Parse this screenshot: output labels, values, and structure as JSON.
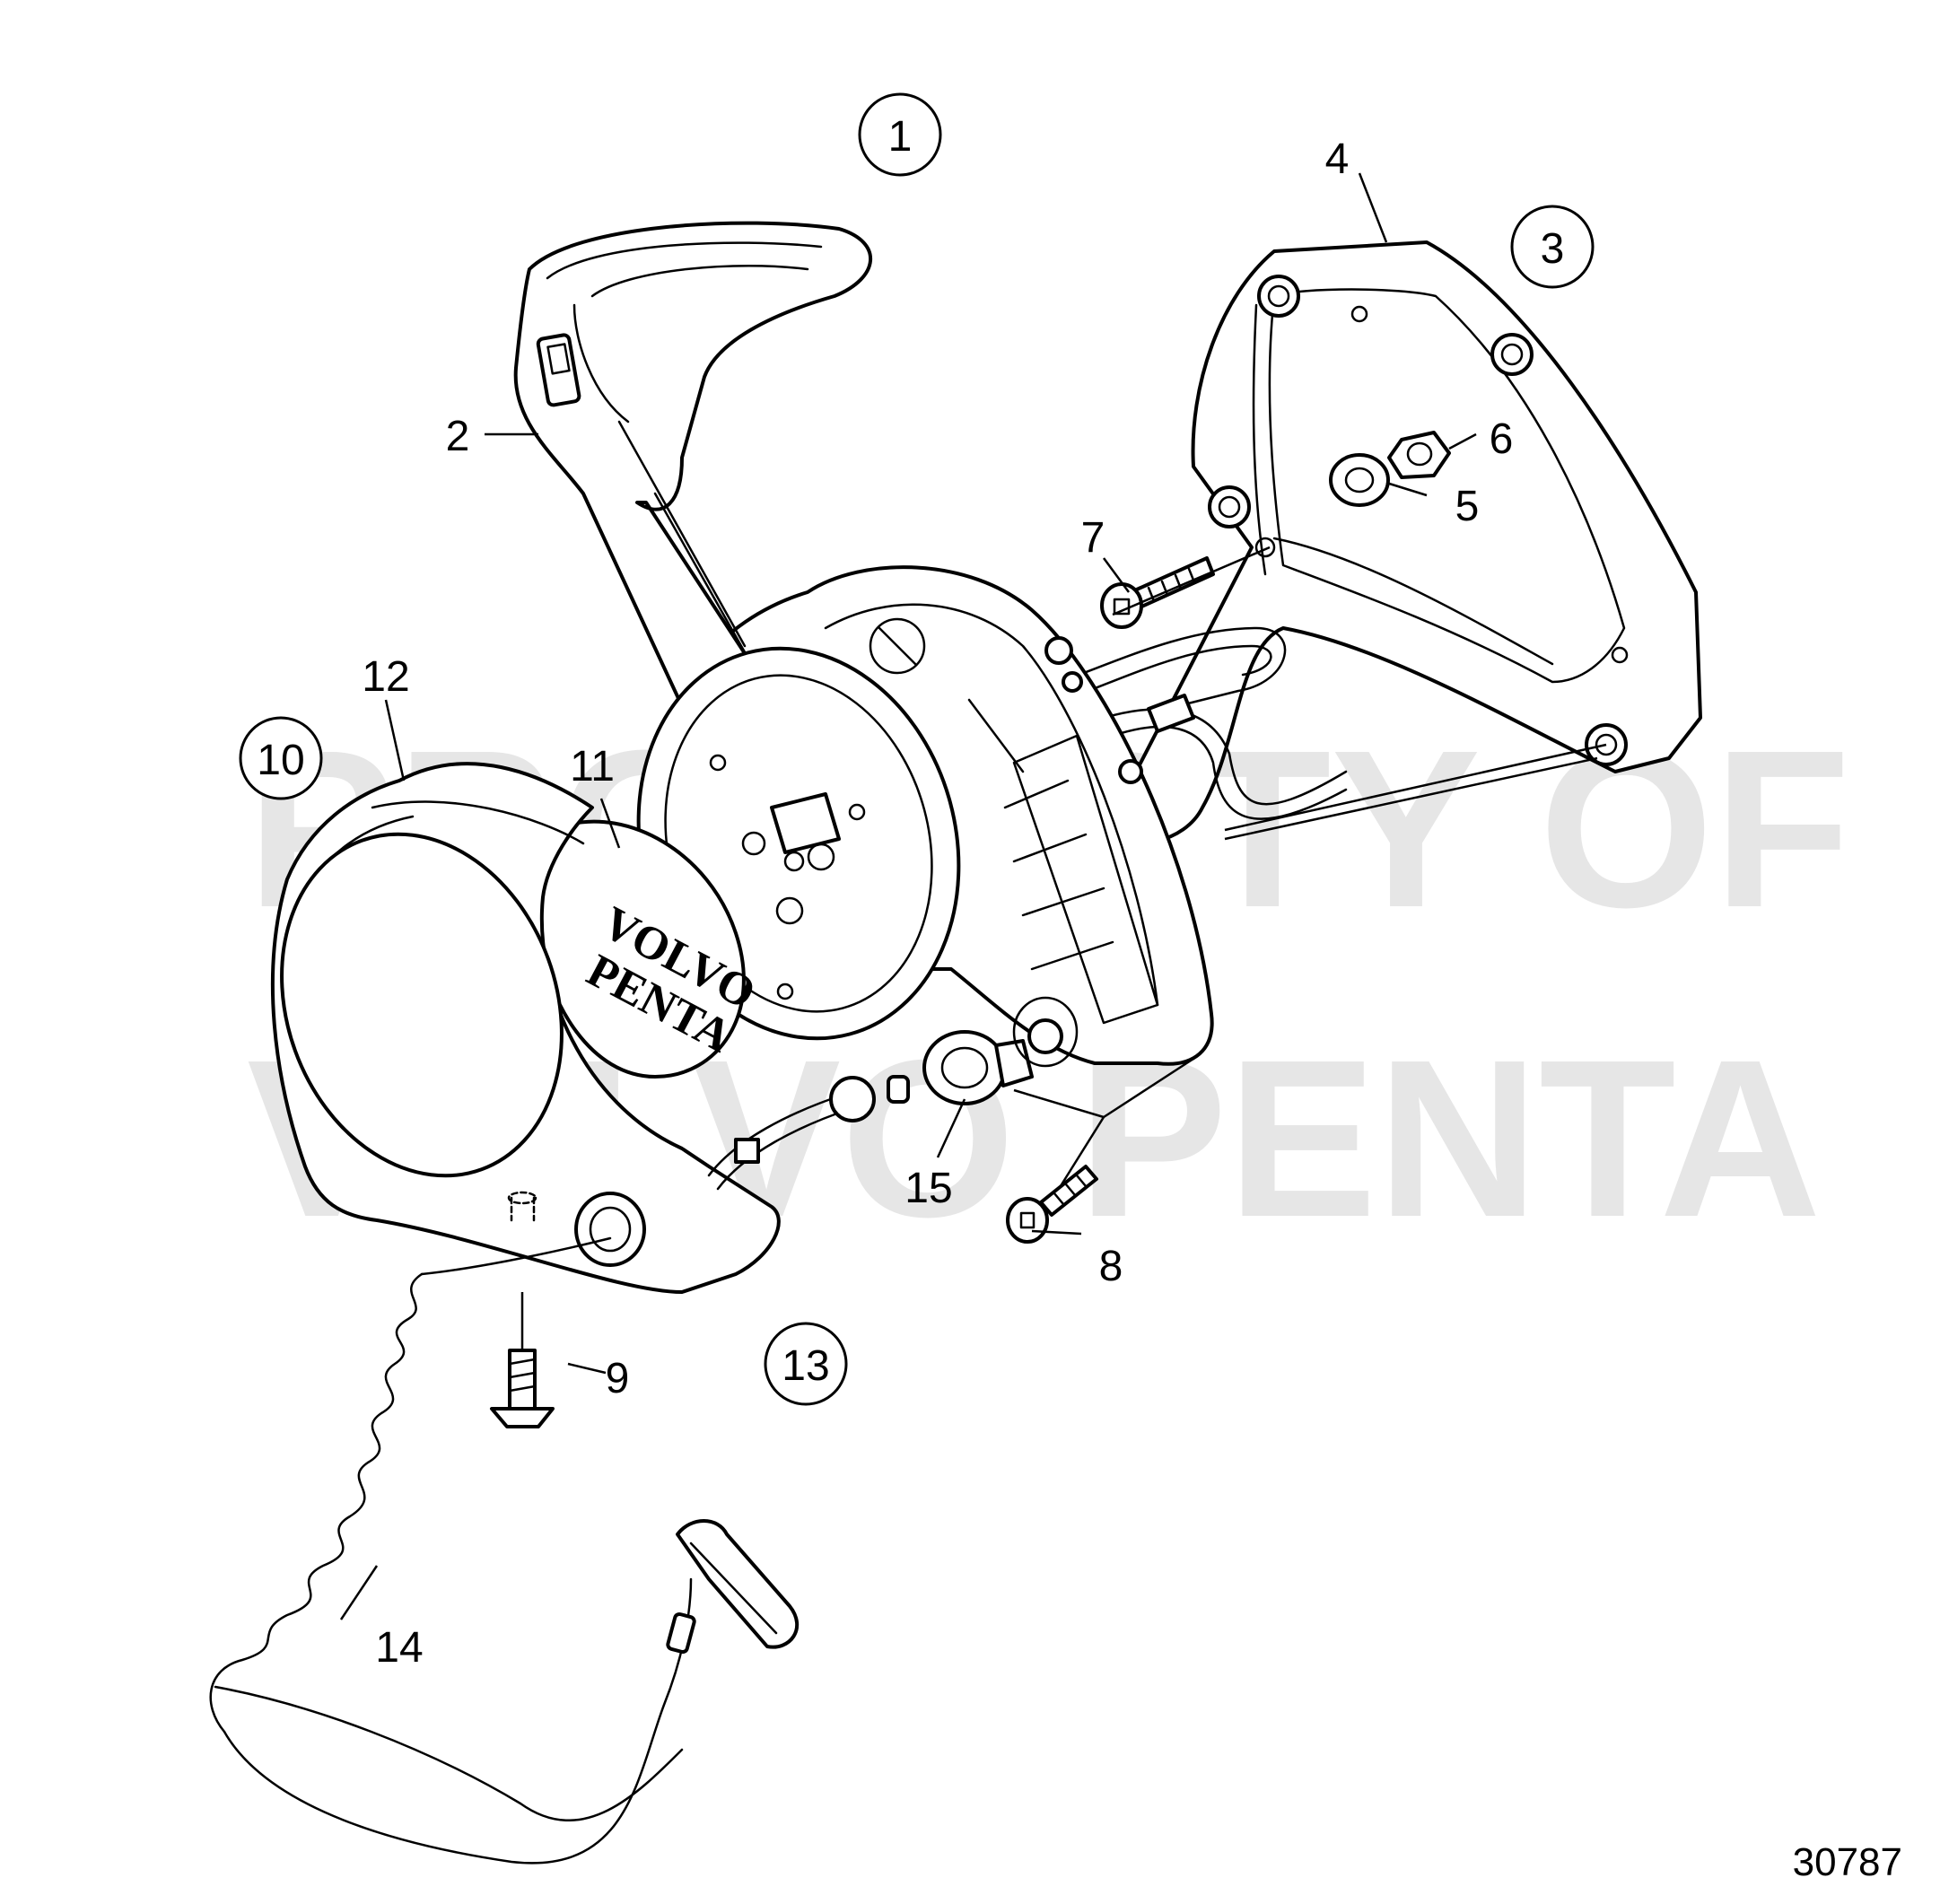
{
  "watermark": {
    "line1": "PROPERTY OF",
    "line2": "VOLVO PENTA"
  },
  "brand_logo": {
    "line1": "VOLVO",
    "line2": "PENTA"
  },
  "callouts": [
    {
      "id": "1",
      "label": "1",
      "circled": true
    },
    {
      "id": "2",
      "label": "2",
      "circled": false
    },
    {
      "id": "3",
      "label": "3",
      "circled": true
    },
    {
      "id": "4",
      "label": "4",
      "circled": false
    },
    {
      "id": "5",
      "label": "5",
      "circled": false
    },
    {
      "id": "6",
      "label": "6",
      "circled": false
    },
    {
      "id": "7",
      "label": "7",
      "circled": false
    },
    {
      "id": "8",
      "label": "8",
      "circled": false
    },
    {
      "id": "9",
      "label": "9",
      "circled": false
    },
    {
      "id": "10",
      "label": "10",
      "circled": true
    },
    {
      "id": "11",
      "label": "11",
      "circled": false
    },
    {
      "id": "12",
      "label": "12",
      "circled": false
    },
    {
      "id": "13",
      "label": "13",
      "circled": true
    },
    {
      "id": "14",
      "label": "14",
      "circled": false
    },
    {
      "id": "15",
      "label": "15",
      "circled": false
    }
  ],
  "drawing_number": "30787"
}
